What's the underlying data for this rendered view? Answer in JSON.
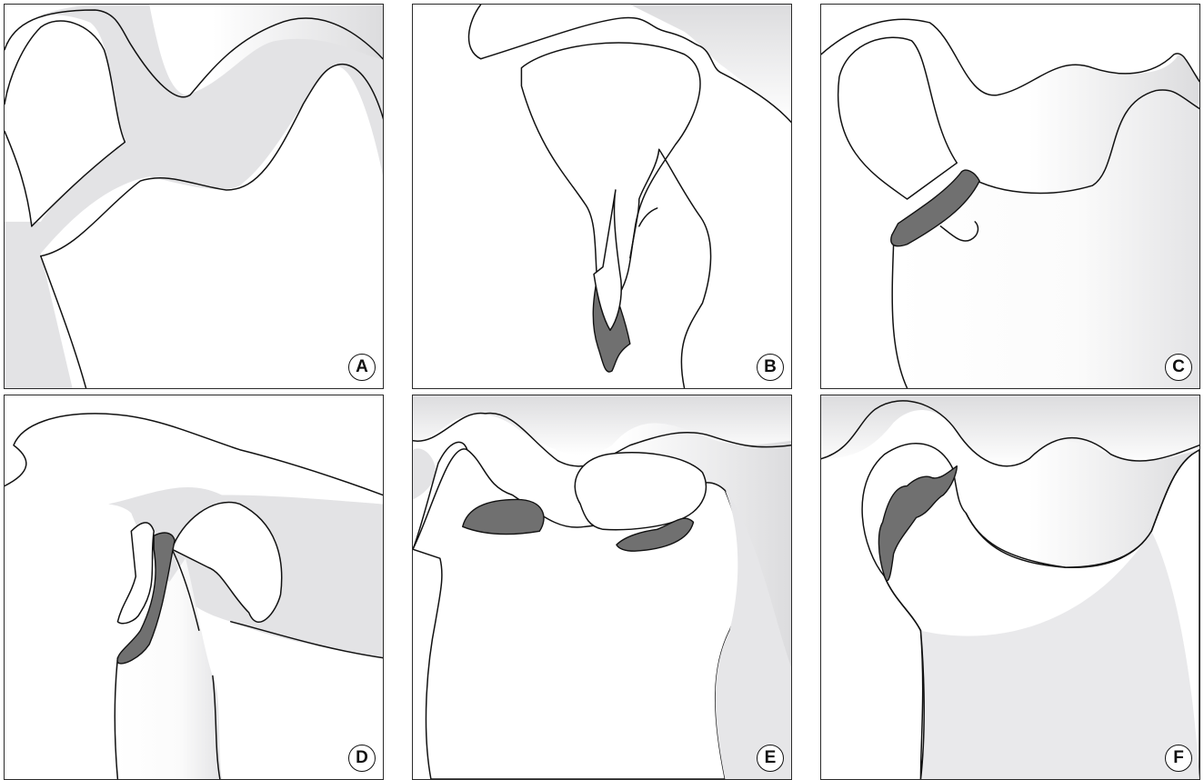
{
  "panels": [
    {
      "id": "A",
      "label": "A"
    },
    {
      "id": "B",
      "label": "B"
    },
    {
      "id": "C",
      "label": "C"
    },
    {
      "id": "D",
      "label": "D"
    },
    {
      "id": "E",
      "label": "E"
    },
    {
      "id": "F",
      "label": "F"
    }
  ],
  "colors": {
    "outline": "#111111",
    "background-tissue": "#e3e3e5",
    "highlighted-region": "#707070",
    "bone": "#ffffff"
  }
}
